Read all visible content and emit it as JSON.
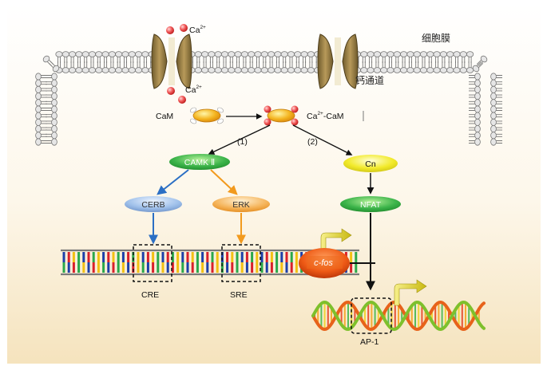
{
  "membrane": {
    "label": "细胞膜"
  },
  "channel": {
    "label": "钙通道"
  },
  "ions": {
    "base": "Ca",
    "charge": "2+"
  },
  "cam": {
    "label": "CaM"
  },
  "complex": {
    "label": "-CaM"
  },
  "paths": {
    "p1": "(1)",
    "p2": "(2)"
  },
  "nodes": {
    "camk": "CAMK Ⅱ",
    "cn": "Cn",
    "cerb": "CERB",
    "erk": "ERK",
    "nfat": "NFAT",
    "cfos": "c-fos"
  },
  "dna": {
    "cre": "CRE",
    "sre": "SRE",
    "ap1": "AP-1"
  },
  "colors": {
    "background_bottom": "#f6e7c4",
    "camk_green": "#39b54a",
    "cn_yellow": "#f3ec2e",
    "cerb_blue": "#8fb5e2",
    "erk_orange": "#f4a94c",
    "cfos_red": "#e64a14",
    "arrow_blue": "#2b6fc4",
    "arrow_orange": "#f29a1d"
  }
}
